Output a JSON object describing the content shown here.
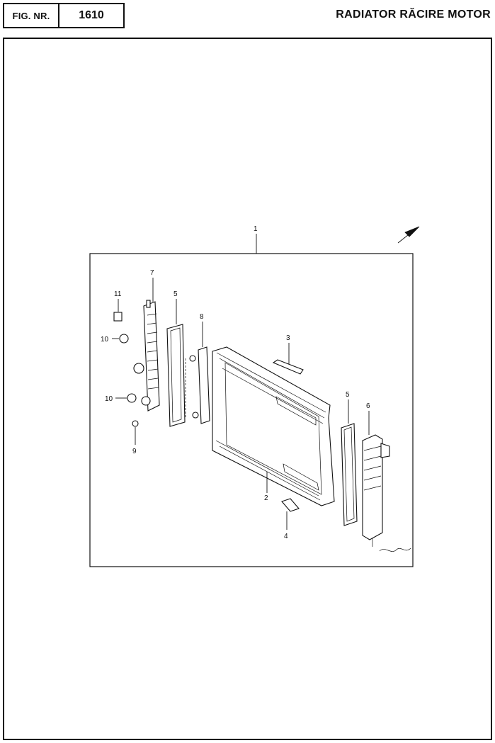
{
  "header": {
    "fig_label": "FIG. NR.",
    "fig_number": "1610",
    "title": "RADIATOR RĂCIRE MOTOR"
  },
  "callouts": {
    "c1": "1",
    "c2": "2",
    "c3": "3",
    "c4": "4",
    "c5a": "5",
    "c5b": "5",
    "c6": "6",
    "c7": "7",
    "c8": "8",
    "c9": "9",
    "c10a": "10",
    "c10b": "10",
    "c11": "11"
  }
}
